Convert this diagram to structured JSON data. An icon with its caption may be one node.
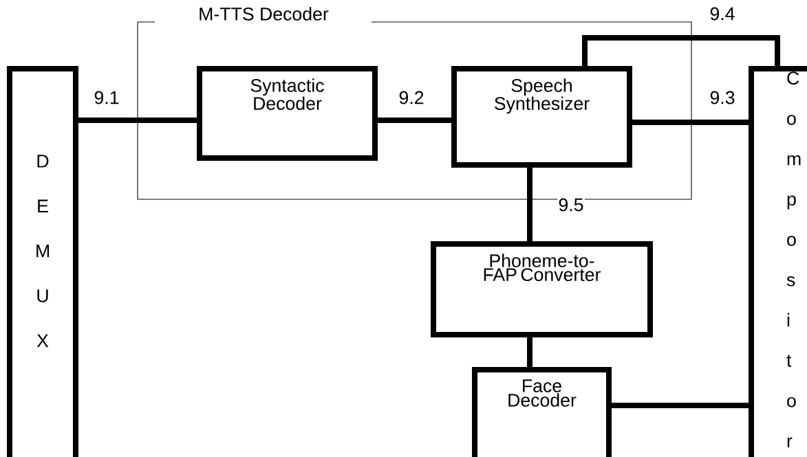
{
  "diagram": {
    "nodes": [
      {
        "text": [
          "DEMUX"
        ]
      },
      {
        "text": [
          "M-TTS Decoder"
        ]
      },
      {
        "text": [
          "Syntactic Decoder"
        ],
        "in": 1
      },
      {
        "text": [
          "Speech Synthesizer"
        ],
        "in": 1
      },
      {
        "text": [
          "Compositor"
        ]
      },
      {
        "text": [
          "Phoneme-to-FAP Converter"
        ]
      },
      {
        "text": [
          "Face Decoder"
        ]
      }
    ],
    "edges": [
      {
        "from": 0,
        "to": 2,
        "arrow": "none",
        "label": "9.1"
      },
      {
        "from": 2,
        "to": 3,
        "arrow": "none",
        "label": "9.2"
      },
      {
        "from": 3,
        "to": 4,
        "arrow": "none",
        "label": "9.3"
      },
      {
        "from": 3,
        "to": 4,
        "arrow": "none",
        "label": "9.4"
      },
      {
        "from": 3,
        "to": 5,
        "arrow": "none",
        "label": "9.5"
      },
      {
        "from": 5,
        "to": 6,
        "arrow": "none"
      },
      {
        "from": 6,
        "to": 4,
        "arrow": "none"
      }
    ]
  }
}
